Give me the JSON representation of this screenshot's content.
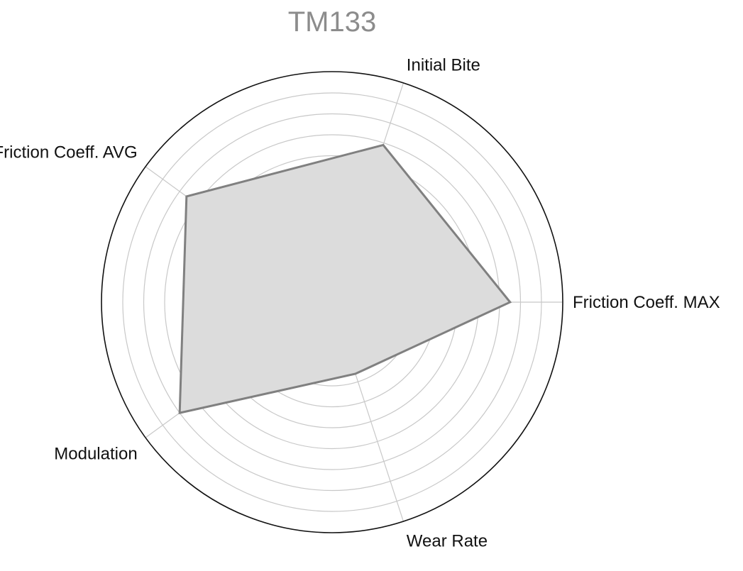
{
  "chart_data": {
    "type": "radar",
    "title": "TM133",
    "axes": [
      "Friction Coeff. MAX",
      "Initial Bite",
      "Friction Coeff. AVG",
      "Modulation",
      "Wear Rate"
    ],
    "series": [
      {
        "values": [
          85,
          79,
          86,
          90,
          36
        ]
      }
    ],
    "rlim": [
      0,
      100
    ],
    "ring_count": 10,
    "grid": true,
    "colors": {
      "fill": "#dcdcdc",
      "line": "#808080",
      "grid": "#c8c8c8",
      "frame": "#111111",
      "title": "#8c8c8c"
    }
  }
}
